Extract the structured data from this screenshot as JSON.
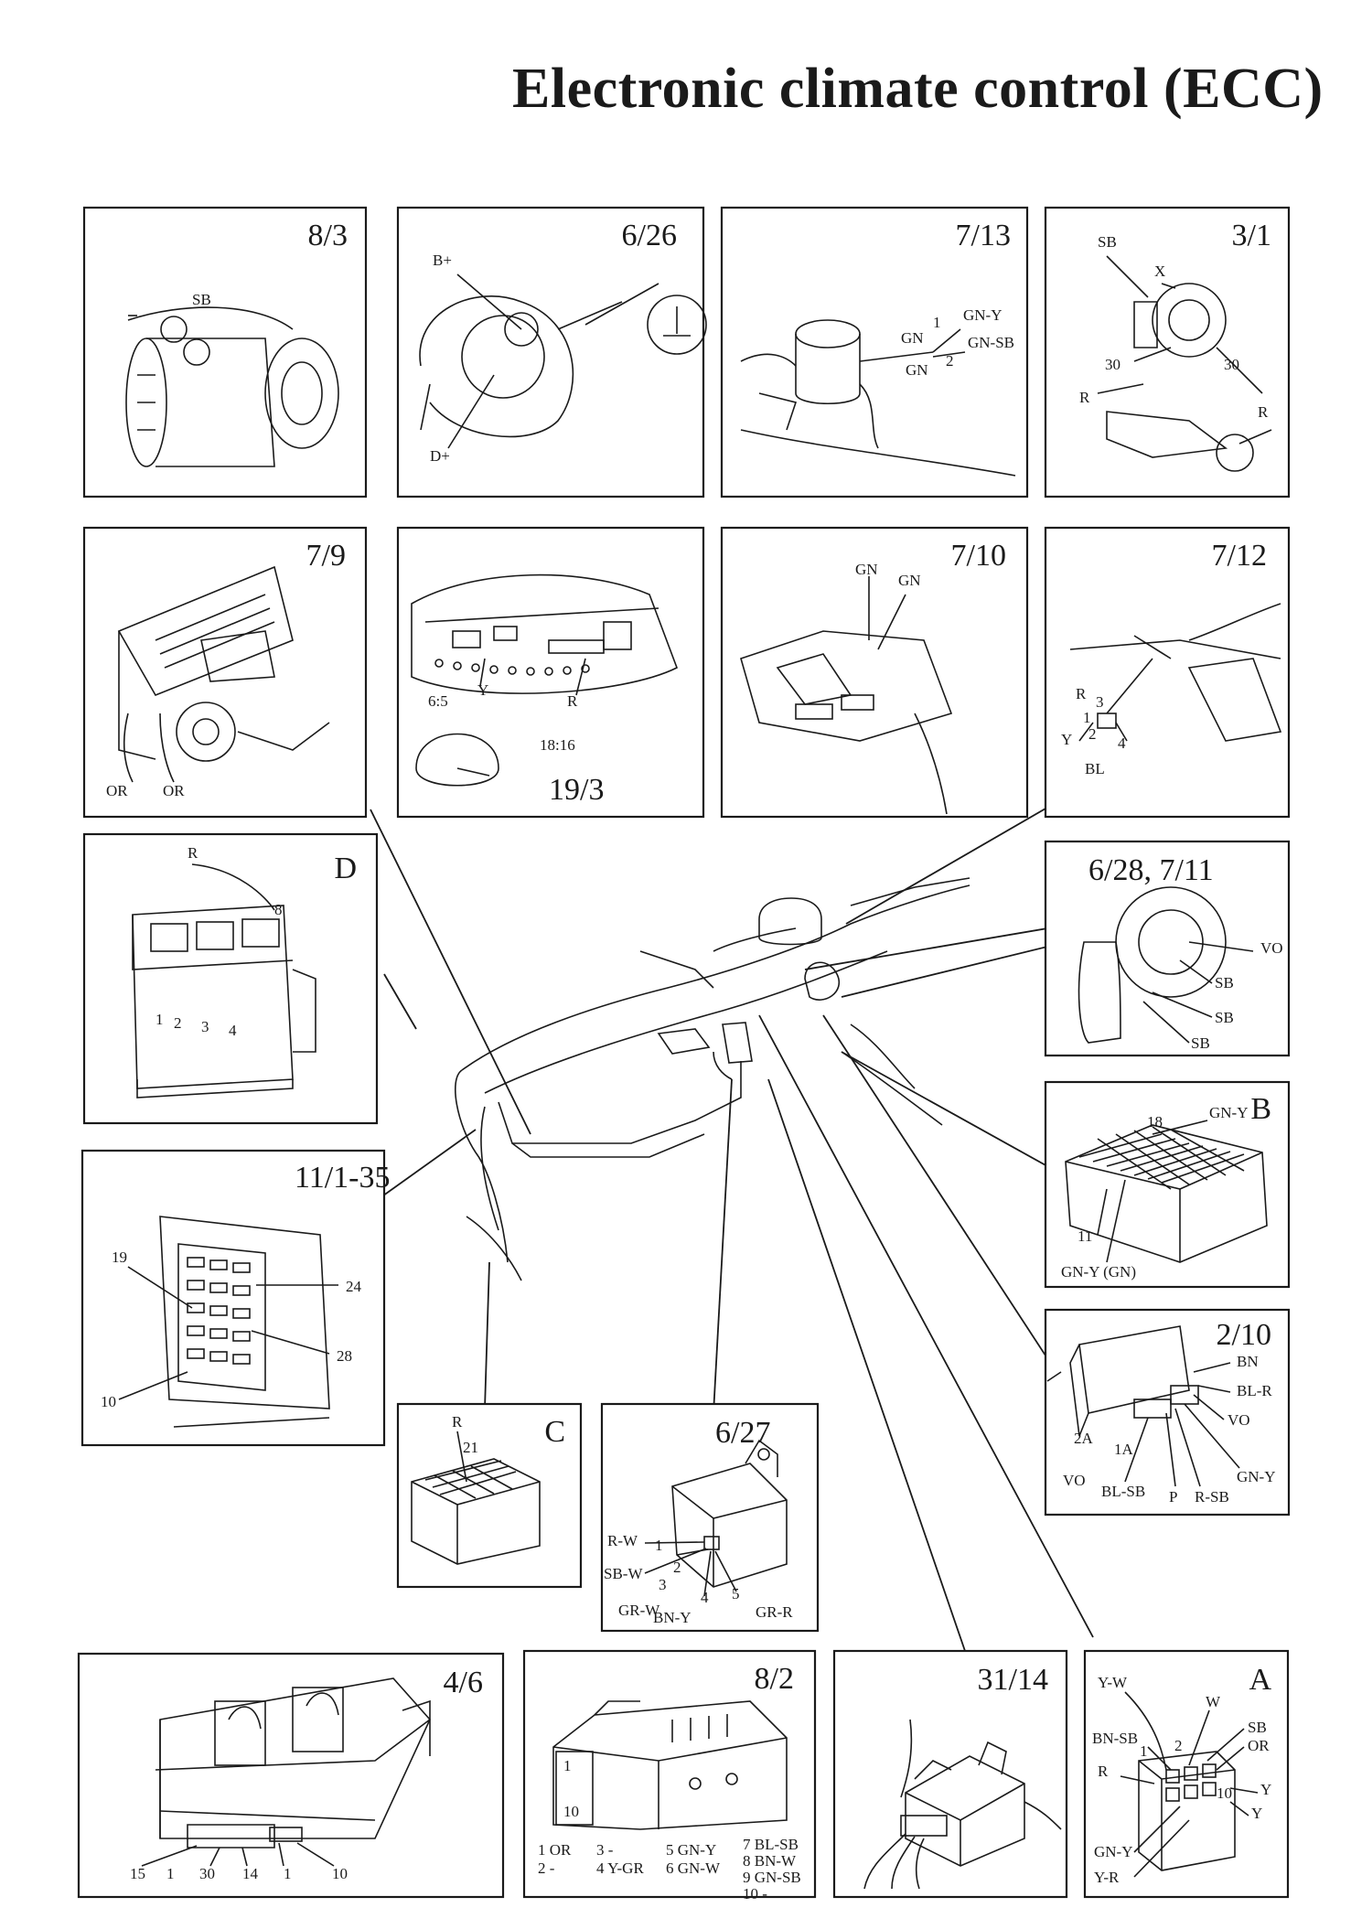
{
  "title": "Electronic climate control (ECC)",
  "panels": [
    {
      "id": "8/3",
      "labels": [
        "SB"
      ]
    },
    {
      "id": "6/26",
      "labels": [
        "B+",
        "D+"
      ]
    },
    {
      "id": "7/13",
      "labels": [
        "GN-Y",
        "GN-SB",
        "GN",
        "GN",
        "1",
        "2"
      ]
    },
    {
      "id": "3/1",
      "labels": [
        "SB",
        "X",
        "30",
        "30",
        "R",
        "R"
      ]
    },
    {
      "id": "7/9",
      "labels": [
        "OR",
        "OR"
      ]
    },
    {
      "id": "19/3",
      "labels": [
        "6:5",
        "Y",
        "R",
        "18:16"
      ]
    },
    {
      "id": "7/10",
      "labels": [
        "GN",
        "GN"
      ]
    },
    {
      "id": "7/12",
      "labels": [
        "R",
        "3",
        "1",
        "Y",
        "2",
        "4",
        "BL"
      ]
    },
    {
      "id": "D",
      "labels": [
        "R",
        "8",
        "1",
        "2",
        "3",
        "4"
      ]
    },
    {
      "id": "6/28, 7/11",
      "labels": [
        "VO",
        "SB",
        "SB",
        "SB"
      ]
    },
    {
      "id": "B",
      "labels": [
        "18",
        "GN-Y",
        "11",
        "GN-Y (GN)"
      ]
    },
    {
      "id": "11/1-35",
      "labels": [
        "19",
        "24",
        "28",
        "10"
      ]
    },
    {
      "id": "2/10",
      "labels": [
        "BN",
        "BL-R",
        "VO",
        "GN-Y",
        "R-SB",
        "P",
        "BL-SB",
        "VO",
        "2A",
        "1A"
      ]
    },
    {
      "id": "C",
      "labels": [
        "R",
        "21"
      ]
    },
    {
      "id": "6/27",
      "labels": [
        "R-W",
        "1",
        "SB-W",
        "2",
        "3",
        "GR-W",
        "4",
        "BN-Y",
        "5",
        "GR-R"
      ]
    },
    {
      "id": "4/6",
      "labels": [
        "15",
        "1",
        "30",
        "14",
        "1",
        "10"
      ]
    },
    {
      "id": "8/2",
      "labels": [
        "1",
        "10",
        "1 OR",
        "2 -",
        "3 -",
        "4 Y-GR",
        "5 GN-Y",
        "6 GN-W",
        "7 BL-SB",
        "8 BN-W",
        "9 GN-SB",
        "10 -"
      ]
    },
    {
      "id": "31/14",
      "labels": []
    },
    {
      "id": "A",
      "labels": [
        "Y-W",
        "W",
        "SB",
        "BN-SB",
        "1",
        "2",
        "OR",
        "R",
        "Y",
        "10",
        "Y",
        "GN-Y",
        "Y-R"
      ]
    }
  ]
}
